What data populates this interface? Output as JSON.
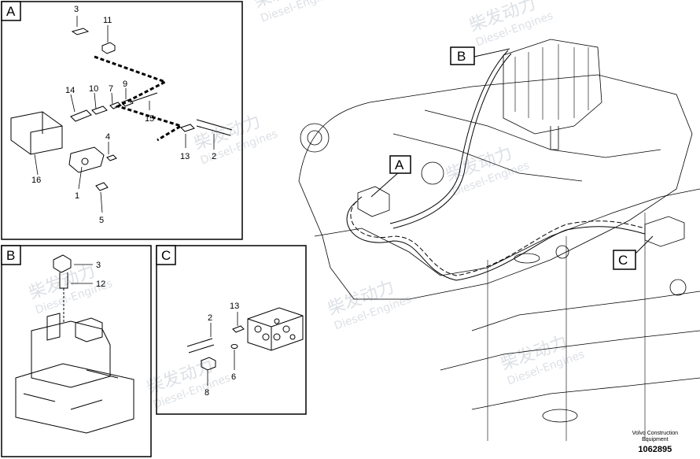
{
  "watermark": {
    "brand_cn": "柴发动力",
    "brand_en": "Diesel-Engines"
  },
  "views": {
    "A": {
      "letter": "A",
      "callouts": [
        "3",
        "11",
        "14",
        "10",
        "7",
        "9",
        "15",
        "4",
        "16",
        "1",
        "5",
        "13",
        "2"
      ]
    },
    "B": {
      "letter": "B",
      "callouts": [
        "3",
        "12"
      ]
    },
    "C": {
      "letter": "C",
      "callouts": [
        "2",
        "13",
        "8",
        "6"
      ]
    }
  },
  "main_view": {
    "markers": [
      "B",
      "A",
      "C"
    ]
  },
  "credit": {
    "maker_line1": "Volvo Construction",
    "maker_line2": "Equipment",
    "drawing_number": "1062895"
  },
  "colors": {
    "line": "#000000",
    "watermark": "#d9dde3",
    "background": "#ffffff"
  }
}
